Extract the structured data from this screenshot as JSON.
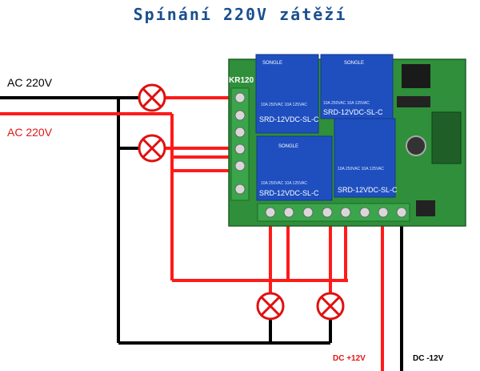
{
  "title": "Spínání 220V zátěží",
  "labels": {
    "ac_top": "AC 220V",
    "ac_bottom": "AC 220V",
    "dc_plus": "DC +12V",
    "dc_minus": "DC -12V"
  },
  "board": {
    "code": "KR120",
    "relay_brand": "SONGLE",
    "relay_model": "SRD-12VDC-SL-C",
    "relay_rating": "10A 250VAC 10A 125VAC"
  },
  "colors": {
    "wire_live": "#ff1a1a",
    "wire_neutral": "#000000",
    "lamp": "#e01010",
    "pcb": "#2f8f3a",
    "relay": "#1f4fbf",
    "terminal": "#3aa54a",
    "title": "#1a4f8f"
  }
}
